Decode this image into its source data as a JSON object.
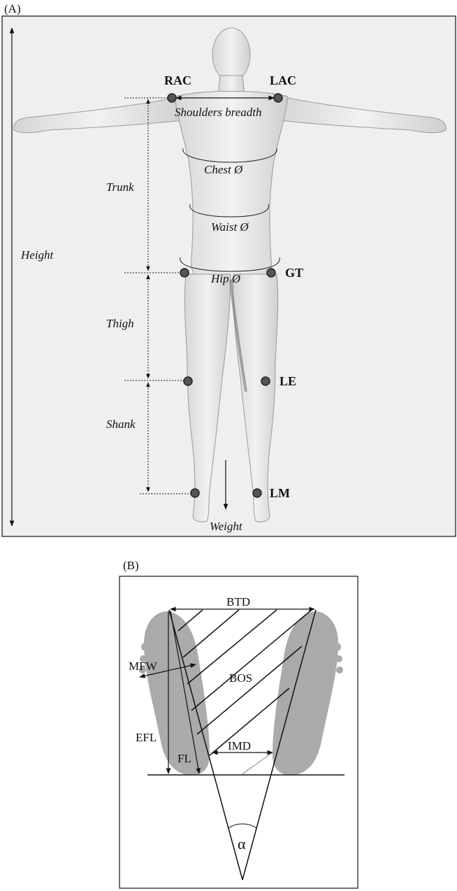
{
  "panel_a": {
    "label": "(A)",
    "labels": {
      "height": "Height",
      "rac": "RAC",
      "lac": "LAC",
      "shoulders": "Shoulders breadth",
      "chest": "Chest Ø",
      "trunk": "Trunk",
      "waist": "Waist Ø",
      "hip": "Hip Ø",
      "gt": "GT",
      "thigh": "Thigh",
      "le": "LE",
      "shank": "Shank",
      "lm": "LM",
      "weight": "Weight"
    }
  },
  "panel_b": {
    "label": "(B)",
    "labels": {
      "btd": "BTD",
      "mfw": "MFW",
      "bos": "BOS",
      "efl": "EFL",
      "fl": "FL",
      "imd": "IMD",
      "alpha": "α"
    }
  }
}
